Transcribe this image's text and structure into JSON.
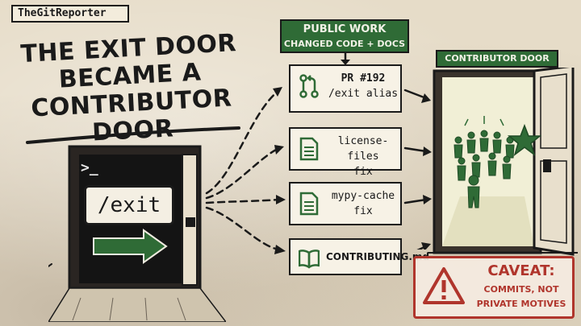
{
  "brand": "TheGitReporter",
  "headline": {
    "line1": "THE EXIT DOOR",
    "line2": "BECAME A",
    "line3": "CONTRIBUTOR DOOR"
  },
  "left_door": {
    "prompt": ">_",
    "command": "/exit"
  },
  "public_work": {
    "title": "PUBLIC WORK",
    "subtitle": "CHANGED CODE + DOCS"
  },
  "cards": [
    {
      "line1": "PR #192",
      "line2": "/exit alias",
      "icon": "pull-request-icon"
    },
    {
      "line1": "license-files",
      "line2": "fix",
      "icon": "document-icon"
    },
    {
      "line1": "mypy-cache",
      "line2": "fix",
      "icon": "document-icon"
    },
    {
      "line1": "CONTRIBUTING.md",
      "line2": "",
      "icon": "book-icon"
    }
  ],
  "contributor_door": {
    "label": "CONTRIBUTOR DOOR"
  },
  "caveat": {
    "title": "CAVEAT:",
    "line1": "COMMITS, NOT",
    "line2": "PRIVATE MOTIVES"
  },
  "colors": {
    "accent_green": "#2f6b36",
    "warning_red": "#b0352c",
    "paper": "#e6dcc8",
    "ink": "#1a1a1a"
  }
}
